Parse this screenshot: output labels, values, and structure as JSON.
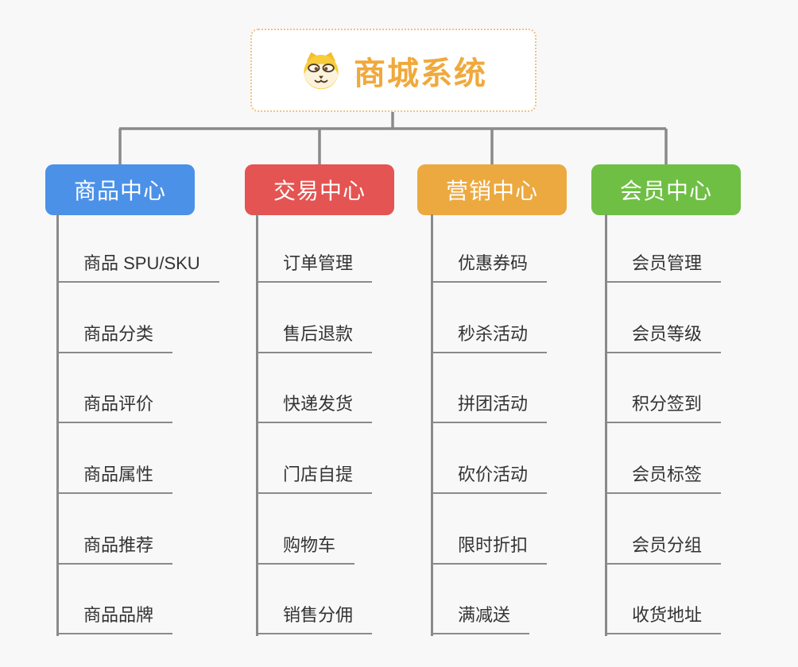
{
  "root": {
    "title": "商城系统",
    "icon": "shiba-face-icon"
  },
  "branches": [
    {
      "label": "商品中心",
      "color": "#4b91e8",
      "items": [
        "商品 SPU/SKU",
        "商品分类",
        "商品评价",
        "商品属性",
        "商品推荐",
        "商品品牌"
      ]
    },
    {
      "label": "交易中心",
      "color": "#e45452",
      "items": [
        "订单管理",
        "售后退款",
        "快递发货",
        "门店自提",
        "购物车",
        "销售分佣"
      ]
    },
    {
      "label": "营销中心",
      "color": "#eca93f",
      "items": [
        "优惠券码",
        "秒杀活动",
        "拼团活动",
        "砍价活动",
        "限时折扣",
        "满减送"
      ]
    },
    {
      "label": "会员中心",
      "color": "#6fbf45",
      "items": [
        "会员管理",
        "会员等级",
        "积分签到",
        "会员标签",
        "会员分组",
        "收货地址"
      ]
    }
  ],
  "colors": {
    "background": "#f8f8f8",
    "root_accent": "#f0a93c",
    "root_border": "#efc180",
    "connector": "#8a8a8a",
    "leaf_text": "#333333",
    "branch_text": "#ffffff"
  }
}
